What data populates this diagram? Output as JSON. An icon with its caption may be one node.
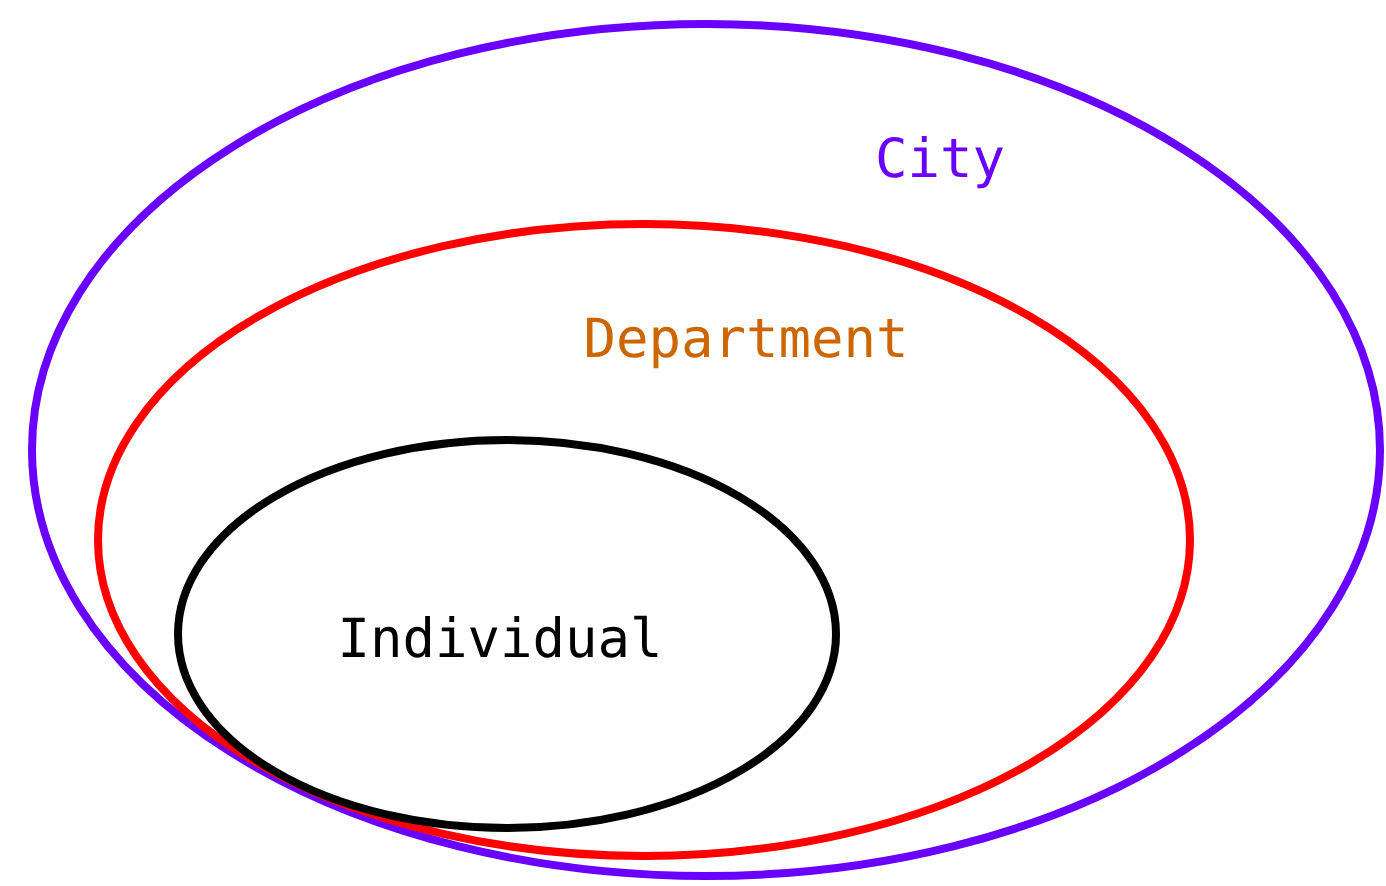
{
  "diagram": {
    "nodes": [
      {
        "text": [
          "City"
        ]
      },
      {
        "text": [
          "Department"
        ],
        "in": 0
      },
      {
        "text": [
          "Individual"
        ],
        "in": 1
      }
    ]
  }
}
